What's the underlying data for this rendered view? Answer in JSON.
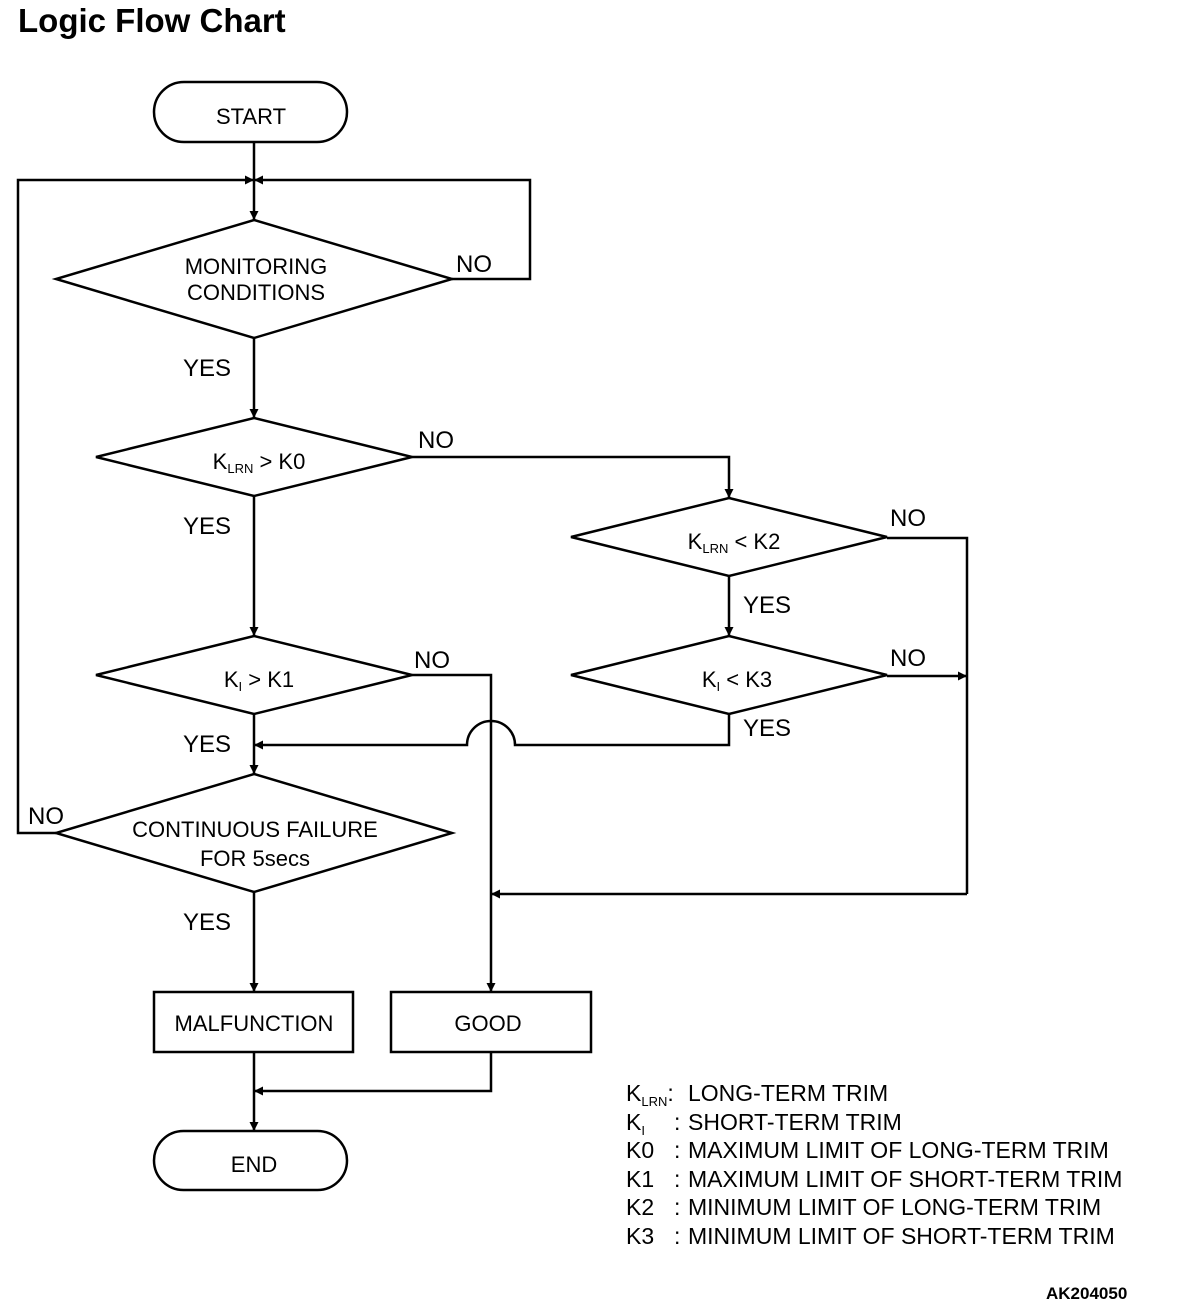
{
  "title": "Logic Flow Chart",
  "figure_id": "AK204050",
  "nodes": {
    "start": "START",
    "monitoring": [
      "MONITORING",
      "CONDITIONS"
    ],
    "klrn_k0": {
      "k": "K",
      "sub": "LRN",
      "rest": " > K0"
    },
    "klrn_k2": {
      "k": "K",
      "sub": "LRN",
      "rest": " < K2"
    },
    "ki_k1": {
      "k": "K",
      "sub": "I",
      "rest": " > K1"
    },
    "ki_k3": {
      "k": "K",
      "sub": "I",
      "rest": " < K3"
    },
    "continuous": [
      "CONTINUOUS FAILURE",
      "FOR 5secs"
    ],
    "malfunction": "MALFUNCTION",
    "good": "GOOD",
    "end": "END"
  },
  "edge_labels": {
    "yes": "YES",
    "no": "NO"
  },
  "legend": [
    {
      "k": "K",
      "sub": "LRN",
      "sep": ":",
      "desc": "LONG-TERM TRIM"
    },
    {
      "k": "K",
      "sub": "I",
      "sep": ":",
      "desc": "SHORT-TERM TRIM"
    },
    {
      "k": "K0",
      "sub": "",
      "sep": ":",
      "desc": "MAXIMUM LIMIT OF LONG-TERM TRIM"
    },
    {
      "k": "K1",
      "sub": "",
      "sep": ":",
      "desc": "MAXIMUM LIMIT OF SHORT-TERM TRIM"
    },
    {
      "k": "K2",
      "sub": "",
      "sep": ":",
      "desc": "MINIMUM LIMIT OF LONG-TERM TRIM"
    },
    {
      "k": "K3",
      "sub": "",
      "sep": ":",
      "desc": "MINIMUM LIMIT OF SHORT-TERM TRIM"
    }
  ]
}
